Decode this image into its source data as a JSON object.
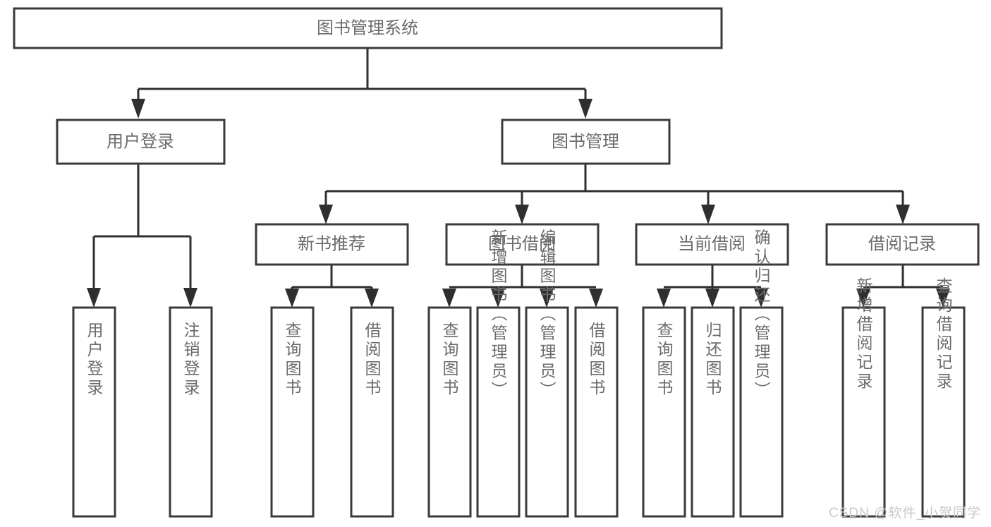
{
  "diagram": {
    "type": "tree",
    "title_node": {
      "label": "图书管理系统"
    },
    "level2": [
      {
        "id": "user-login",
        "label": "用户登录"
      },
      {
        "id": "book-management",
        "label": "图书管理"
      }
    ],
    "level3": [
      {
        "id": "new-book-recommend",
        "label": "新书推荐"
      },
      {
        "id": "book-borrow",
        "label": "图书借阅"
      },
      {
        "id": "current-borrow",
        "label": "当前借阅"
      },
      {
        "id": "borrow-record",
        "label": "借阅记录"
      }
    ],
    "leaves": {
      "user_login": [
        {
          "id": "leaf-user-login",
          "label": "用户登录"
        },
        {
          "id": "leaf-logout-login",
          "label": "注销登录"
        }
      ],
      "new_book_recommend": [
        {
          "id": "leaf-query-book-1",
          "label": "查询图书"
        },
        {
          "id": "leaf-borrow-book-1",
          "label": "借阅图书"
        }
      ],
      "book_borrow": [
        {
          "id": "leaf-query-book-2",
          "label": "查询图书"
        },
        {
          "id": "leaf-add-book",
          "label": "新增图书（管理员）"
        },
        {
          "id": "leaf-edit-book",
          "label": "编辑图书（管理员）"
        },
        {
          "id": "leaf-borrow-book-2",
          "label": "借阅图书"
        }
      ],
      "current_borrow": [
        {
          "id": "leaf-query-book-3",
          "label": "查询图书"
        },
        {
          "id": "leaf-return-book",
          "label": "归还图书"
        },
        {
          "id": "leaf-confirm-return",
          "label": "确认归还（管理员）"
        }
      ],
      "borrow_record": [
        {
          "id": "leaf-add-record",
          "label": "新增借阅记录"
        },
        {
          "id": "leaf-query-record",
          "label": "查询借阅记录"
        }
      ]
    }
  },
  "watermark": {
    "text": "CSDN @软件_小贺同学"
  },
  "colors": {
    "box_stroke": "#3a3a3a",
    "edge": "#2f2f2f",
    "text": "#6b6b6b",
    "background": "#ffffff",
    "watermark": "#c9c9c9"
  }
}
